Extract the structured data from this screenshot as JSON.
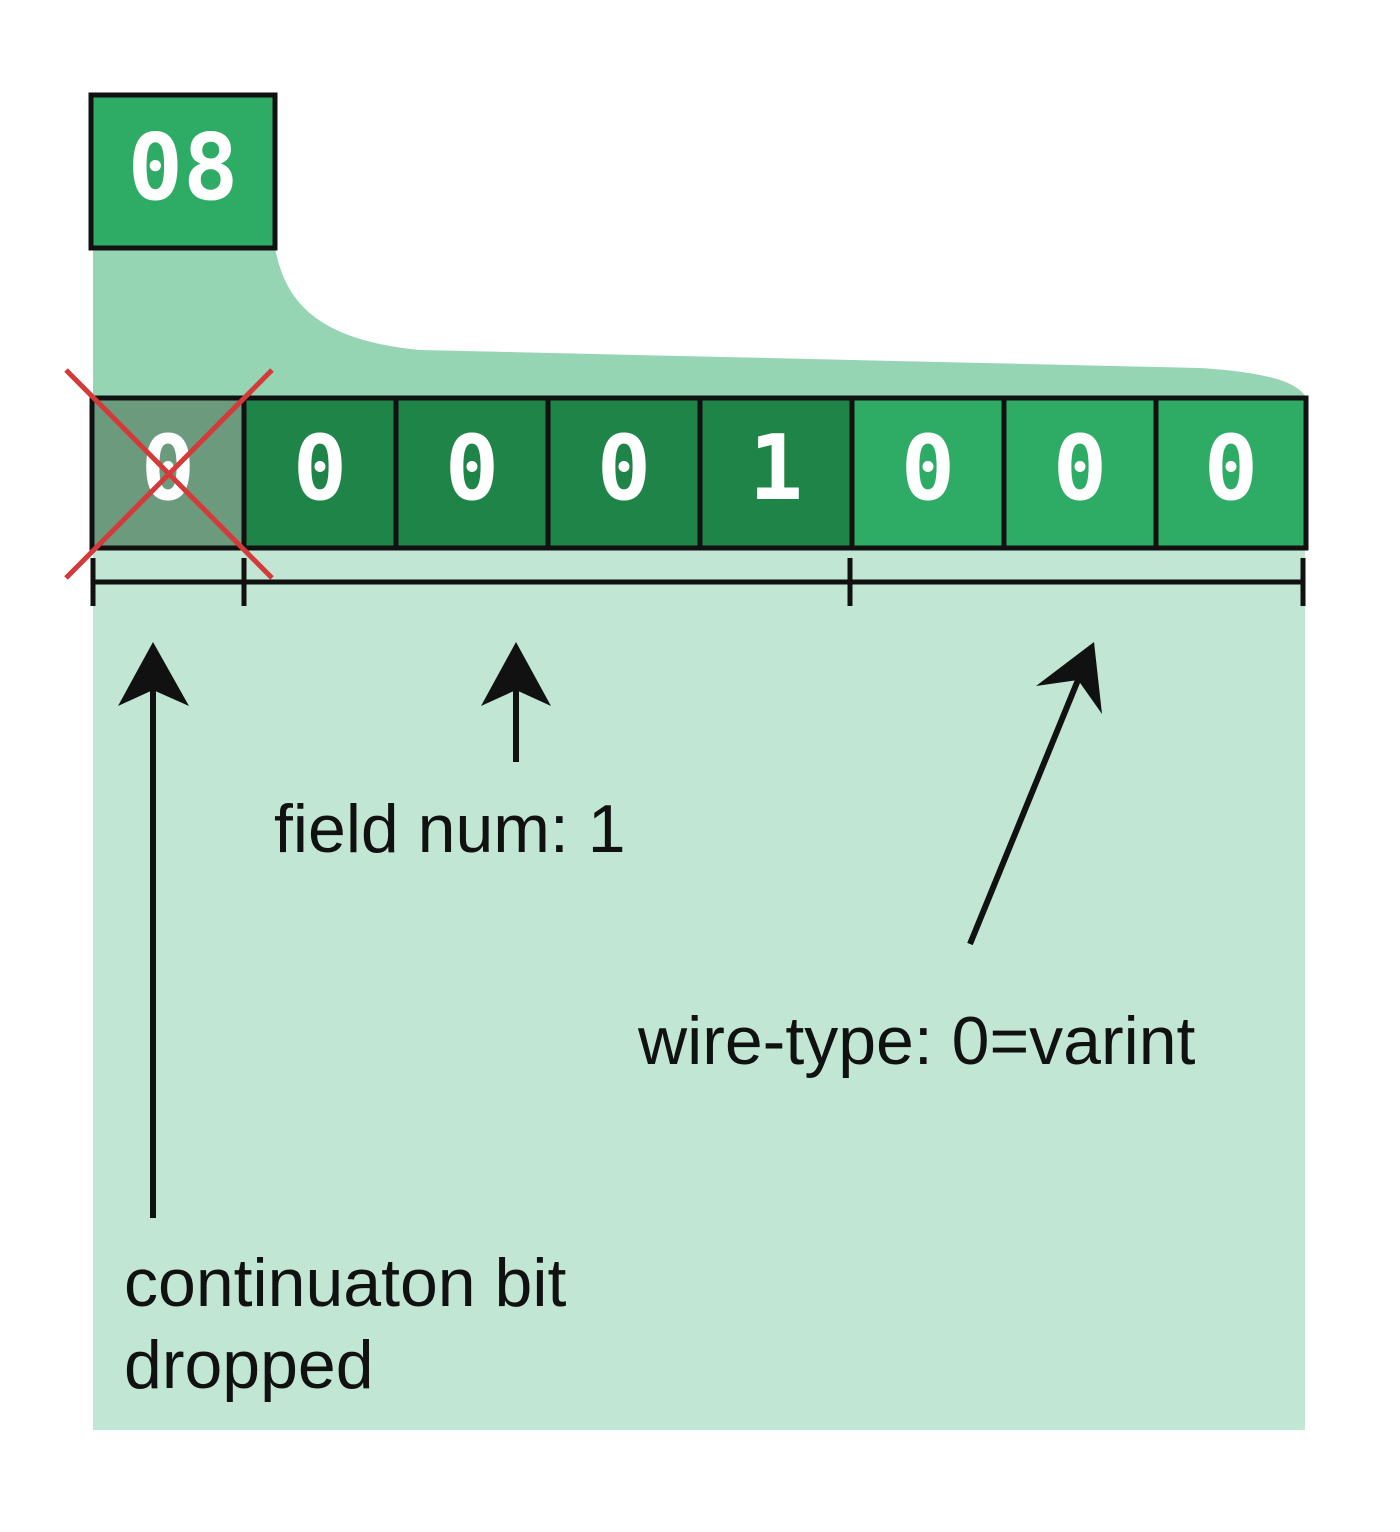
{
  "hex_byte": {
    "label": "08"
  },
  "bits": [
    {
      "value": "0",
      "group": "continuation"
    },
    {
      "value": "0",
      "group": "field"
    },
    {
      "value": "0",
      "group": "field"
    },
    {
      "value": "0",
      "group": "field"
    },
    {
      "value": "1",
      "group": "field"
    },
    {
      "value": "0",
      "group": "wire"
    },
    {
      "value": "0",
      "group": "wire"
    },
    {
      "value": "0",
      "group": "wire"
    }
  ],
  "annotations": {
    "field_num": "field num: 1",
    "wire_type": "wire-type: 0=varint",
    "continuation_line1": "continuaton bit",
    "continuation_line2": "dropped"
  },
  "colors": {
    "hex_box": "#2eac66",
    "field_cell": "#1e8447",
    "wire_cell": "#2eac66",
    "dropped_cell": "#6c9a7d",
    "funnel": "#95d5b4",
    "panel": "#c1e7d4",
    "cross": "#d43a3a",
    "outline": "#111111"
  }
}
